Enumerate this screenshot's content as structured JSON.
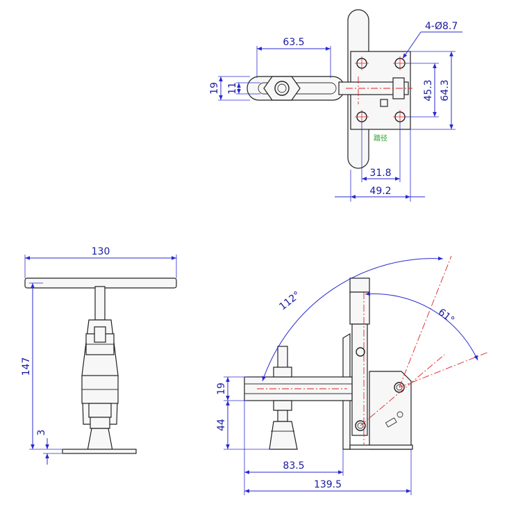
{
  "drawing": {
    "top_view": {
      "hole_callout": "4-Ø8.7",
      "dim_handle_width": "63.5",
      "dim_outer_height": "19",
      "dim_inner_height": "11",
      "dim_hole_pitch_y": "45.3",
      "dim_base_height": "64.3",
      "dim_hole_pitch_x": "31.8",
      "dim_base_width": "49.2",
      "note": "踏径"
    },
    "side_view": {
      "dim_handle_length": "130",
      "dim_total_height": "147",
      "dim_base_thickness": "3"
    },
    "front_view": {
      "dim_open_angle": "112°",
      "dim_stop_angle": "61°",
      "dim_bar_height": "19",
      "dim_spindle_height": "44",
      "dim_reach": "83.5",
      "dim_overall_length": "139.5"
    }
  },
  "colors": {
    "outline": "#202020",
    "dimension": "#2a2ad0",
    "centerline": "#e02020",
    "note": "#2aa02a"
  }
}
